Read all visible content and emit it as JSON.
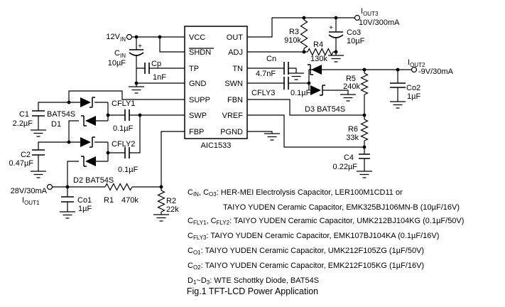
{
  "ic": {
    "name": "AIC1533",
    "pins_left": [
      "VCC",
      "SHDN",
      "TP",
      "GND",
      "SUPP",
      "SWP",
      "FBP"
    ],
    "pins_right": [
      "OUT",
      "ADJ",
      "TN",
      "SWN",
      "FBN",
      "VREF",
      "PGND"
    ]
  },
  "input": {
    "voltage": "12V",
    "sub": "IN"
  },
  "caps": {
    "cin": {
      "name": "C",
      "sub": "IN",
      "value": "10µF",
      "polarity": "+"
    },
    "cp": {
      "name": "Cp",
      "value": "1nF"
    },
    "c1": {
      "name": "C1",
      "value": "2.2µF"
    },
    "c2": {
      "name": "C2",
      "value": "0.47µF"
    },
    "cfly1": {
      "name": "CFLY1",
      "value": "0.1µF"
    },
    "cfly2": {
      "name": "CFLY2",
      "value": "0.1µF"
    },
    "cfly3": {
      "name": "CFLY3",
      "value": "0.1µF"
    },
    "cn": {
      "name": "Cn",
      "value": "4.7nF"
    },
    "c4": {
      "name": "C4",
      "value": "0.22µF"
    },
    "co1": {
      "name": "Co1",
      "value": "1µF"
    },
    "co2": {
      "name": "Co2",
      "value": "1µF"
    },
    "co3": {
      "name": "Co3",
      "value": "10µF",
      "polarity": "+"
    }
  },
  "resistors": {
    "r1": {
      "name": "R1",
      "value": "470k"
    },
    "r2": {
      "name": "R2",
      "value": "22k"
    },
    "r3": {
      "name": "R3",
      "value": "910k"
    },
    "r4": {
      "name": "R4",
      "value": "130k"
    },
    "r5": {
      "name": "R5",
      "value": "240k"
    },
    "r6": {
      "name": "R6",
      "value": "33k"
    }
  },
  "diodes": {
    "d1": {
      "name": "D1",
      "part": "BAT54S"
    },
    "d2": {
      "label": "D2  BAT54S"
    },
    "d3": {
      "label": "D3  BAT54S"
    }
  },
  "outputs": {
    "iout1": {
      "name": "I",
      "sub": "OUT1",
      "rating": "28V/30mA"
    },
    "iout2": {
      "name": "I",
      "sub": "OUT2",
      "rating": "-9V/30mA"
    },
    "iout3": {
      "name": "I",
      "sub": "OUT3",
      "rating": "10V/300mA"
    }
  },
  "notes": {
    "lines": [
      {
        "segments": [
          {
            "t": "C"
          },
          {
            "t": "IN",
            "sub": true
          },
          {
            "t": ", C"
          },
          {
            "t": "O3",
            "sub": true
          },
          {
            "t": ": HER-MEI Electrolysis Capacitor, LER100M1CD11 or"
          }
        ]
      },
      {
        "indent": true,
        "segments": [
          {
            "t": "TAIYO YUDEN Ceramic Capacitor, EMK325BJ106MN-B (10µF/16V)"
          }
        ]
      },
      {
        "segments": [
          {
            "t": "C"
          },
          {
            "t": "FLY1",
            "sub": true
          },
          {
            "t": ", C"
          },
          {
            "t": "FLY2",
            "sub": true
          },
          {
            "t": ": TAIYO YUDEN Ceramic Capacitor, UMK212BJ104KG (0.1µF/50V)"
          }
        ]
      },
      {
        "segments": [
          {
            "t": "C"
          },
          {
            "t": "FLY3",
            "sub": true
          },
          {
            "t": ": TAIYO YUDEN Ceramic Capacitor, EMK107BJ104KA (0.1µF/16V)"
          }
        ]
      },
      {
        "segments": [
          {
            "t": "C"
          },
          {
            "t": "O1",
            "sub": true
          },
          {
            "t": ": TAIYO YUDEN Ceramic Capacitor, UMK212F105ZG (1µF/50V)"
          }
        ]
      },
      {
        "segments": [
          {
            "t": "C"
          },
          {
            "t": "O2",
            "sub": true
          },
          {
            "t": ": TAIYO YUDEN Ceramic Capacitor, EMK212F105KG (1µF/16V)"
          }
        ]
      },
      {
        "segments": [
          {
            "t": "D"
          },
          {
            "t": "1",
            "sub": true
          },
          {
            "t": "~D"
          },
          {
            "t": "3",
            "sub": true
          },
          {
            "t": ": WTE Schottky Diode, BAT54S"
          }
        ]
      }
    ]
  },
  "caption": "Fig.1 TFT-LCD Power Application"
}
